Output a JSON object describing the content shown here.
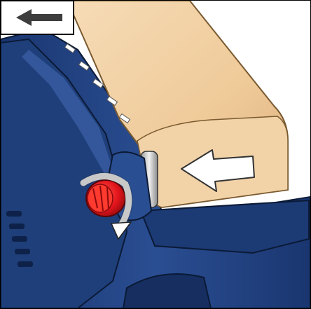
{
  "illustration": {
    "subject": "belt-sander-belt-tracking",
    "colors": {
      "housing": "#1f3f7a",
      "housing_dark": "#13264d",
      "housing_light": "#3c63a8",
      "belt": "#f1cfa3",
      "belt_shade": "#d6a877",
      "knob": "#e3141b",
      "knob_dark": "#9c0a0e",
      "arrow_fill": "#ffffff",
      "inset_arrow": "#3d3d3d"
    },
    "inset_direction": "left",
    "belt_direction": "left",
    "knob_rotation": "clockwise"
  }
}
